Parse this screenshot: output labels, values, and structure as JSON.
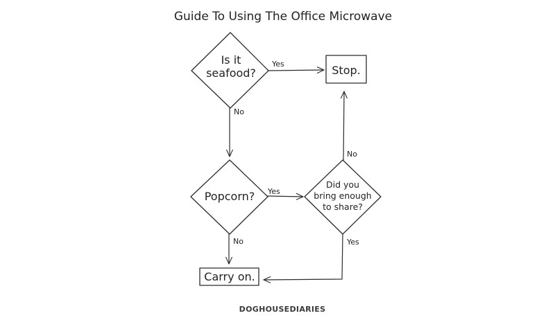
{
  "title": "Guide To Using The Office Microwave",
  "brand": "DOGHOUSEDIARIES",
  "nodes": {
    "seafood": {
      "line1": "Is it",
      "line2": "seafood?"
    },
    "stop": {
      "label": "Stop."
    },
    "popcorn": {
      "label": "Popcorn?"
    },
    "share": {
      "line1": "Did you",
      "line2": "bring enough",
      "line3": "to share?"
    },
    "carry_on": {
      "label": "Carry on."
    }
  },
  "edges": {
    "seafood_stop": "Yes",
    "seafood_popcorn": "No",
    "popcorn_share": "Yes",
    "popcorn_carry": "No",
    "share_stop": "No",
    "share_carry": "Yes"
  }
}
